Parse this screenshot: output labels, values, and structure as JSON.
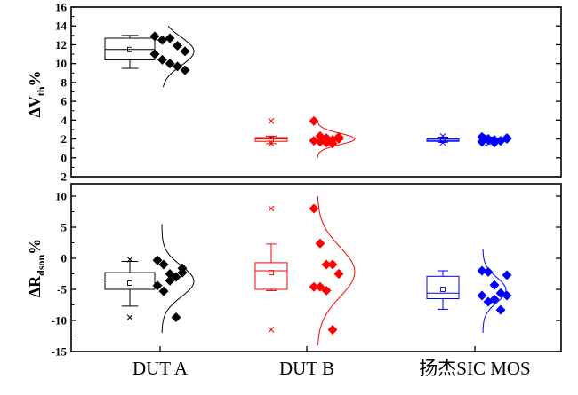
{
  "chart_data": {
    "type": "box",
    "categories": [
      "DUT A",
      "DUT B",
      "扬杰SIC MOS"
    ],
    "colors": [
      "#000000",
      "#ff0000",
      "#0000ff"
    ],
    "panels": [
      {
        "ylabel_main": "ΔV",
        "ylabel_sub": "th",
        "ylabel_unit": "%",
        "ylim": [
          -2,
          16
        ],
        "ticks": [
          "-2",
          "0",
          "2",
          "4",
          "6",
          "8",
          "10",
          "12",
          "14",
          "16"
        ],
        "series": [
          {
            "points": [
              12.9,
              12.5,
              12.7,
              11.9,
              11.3,
              11.0,
              10.4,
              10.0,
              9.7,
              9.3
            ],
            "box": {
              "min": 9.5,
              "q1": 10.4,
              "median": 11.5,
              "q3": 12.7,
              "max": 13.0,
              "mean": 11.5
            },
            "curve": {
              "mu": 11.3,
              "sigma": 1.5,
              "from": 7.5,
              "to": 14.0
            }
          },
          {
            "points": [
              3.9,
              2.3,
              2.1,
              1.9,
              2.0,
              1.8,
              1.7,
              1.6,
              1.5,
              2.2
            ],
            "box": {
              "min": 1.5,
              "q1": 1.75,
              "median": 2.0,
              "q3": 2.15,
              "max": 2.3,
              "mean": 2.0
            },
            "outliers": [
              3.9,
              1.5
            ],
            "curve": {
              "mu": 2.0,
              "sigma": 0.6,
              "from": 0.0,
              "to": 4.0
            }
          },
          {
            "points": [
              2.2,
              2.0,
              1.9,
              1.8,
              2.1,
              1.7,
              1.9,
              1.6,
              1.8,
              2.0
            ],
            "box": {
              "min": 1.65,
              "q1": 1.75,
              "median": 1.85,
              "q3": 2.0,
              "max": 2.2,
              "mean": 1.85
            },
            "outliers": [
              2.3,
              1.6
            ],
            "curve": {
              "mu": 1.85,
              "sigma": 0.25,
              "from": 1.2,
              "to": 2.5
            }
          }
        ]
      },
      {
        "ylabel_main": "ΔR",
        "ylabel_sub": "dson",
        "ylabel_unit": "%",
        "ylim": [
          -15,
          12
        ],
        "ticks": [
          "-15",
          "-10",
          "-5",
          "0",
          "5",
          "10"
        ],
        "series": [
          {
            "points": [
              -0.3,
              -1.0,
              -2.5,
              -3.0,
              -2.3,
              -4.4,
              -5.3,
              -3.6,
              -9.5,
              -1.6
            ],
            "box": {
              "min": -7.7,
              "q1": -5.0,
              "median": -3.5,
              "q3": -2.3,
              "max": -0.5,
              "mean": -4.0
            },
            "outliers": [
              -0.2,
              -9.5
            ],
            "curve": {
              "mu": -3.7,
              "sigma": 2.5,
              "from": -12.0,
              "to": 5.5
            }
          },
          {
            "points": [
              8.0,
              2.4,
              -1.0,
              -1.0,
              -2.5,
              -4.6,
              -4.6,
              -5.2,
              -11.5,
              -2.5
            ],
            "box": {
              "min": -5.2,
              "q1": -5.0,
              "median": -2.0,
              "q3": -0.7,
              "max": 2.3,
              "mean": -2.3
            },
            "outliers": [
              8.0,
              -11.5
            ],
            "curve": {
              "mu": -2.2,
              "sigma": 4.0,
              "from": -14.0,
              "to": 10.0
            }
          },
          {
            "points": [
              -2.0,
              -2.2,
              -4.3,
              -5.6,
              -6.0,
              -6.0,
              -7.0,
              -6.6,
              -8.3,
              -2.7
            ],
            "box": {
              "min": -8.2,
              "q1": -6.5,
              "median": -5.6,
              "q3": -2.9,
              "max": -2.0,
              "mean": -5.0
            },
            "curve": {
              "mu": -5.1,
              "sigma": 2.0,
              "from": -12.0,
              "to": 1.5
            }
          }
        ]
      }
    ]
  }
}
